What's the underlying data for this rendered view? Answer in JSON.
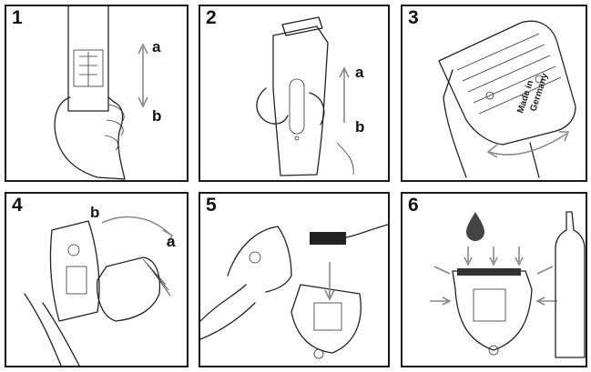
{
  "panels": [
    {
      "number": "1",
      "labels": {
        "a": "a",
        "b": "b"
      }
    },
    {
      "number": "2",
      "labels": {
        "a": "a",
        "b": "b"
      }
    },
    {
      "number": "3",
      "blade_text": [
        "Made in",
        "Germany"
      ]
    },
    {
      "number": "4",
      "labels": {
        "a": "a",
        "b": "b"
      }
    },
    {
      "number": "5"
    },
    {
      "number": "6"
    }
  ],
  "colors": {
    "ink": "#222222",
    "arrow": "#888888",
    "frame": "#1a1a1a"
  }
}
